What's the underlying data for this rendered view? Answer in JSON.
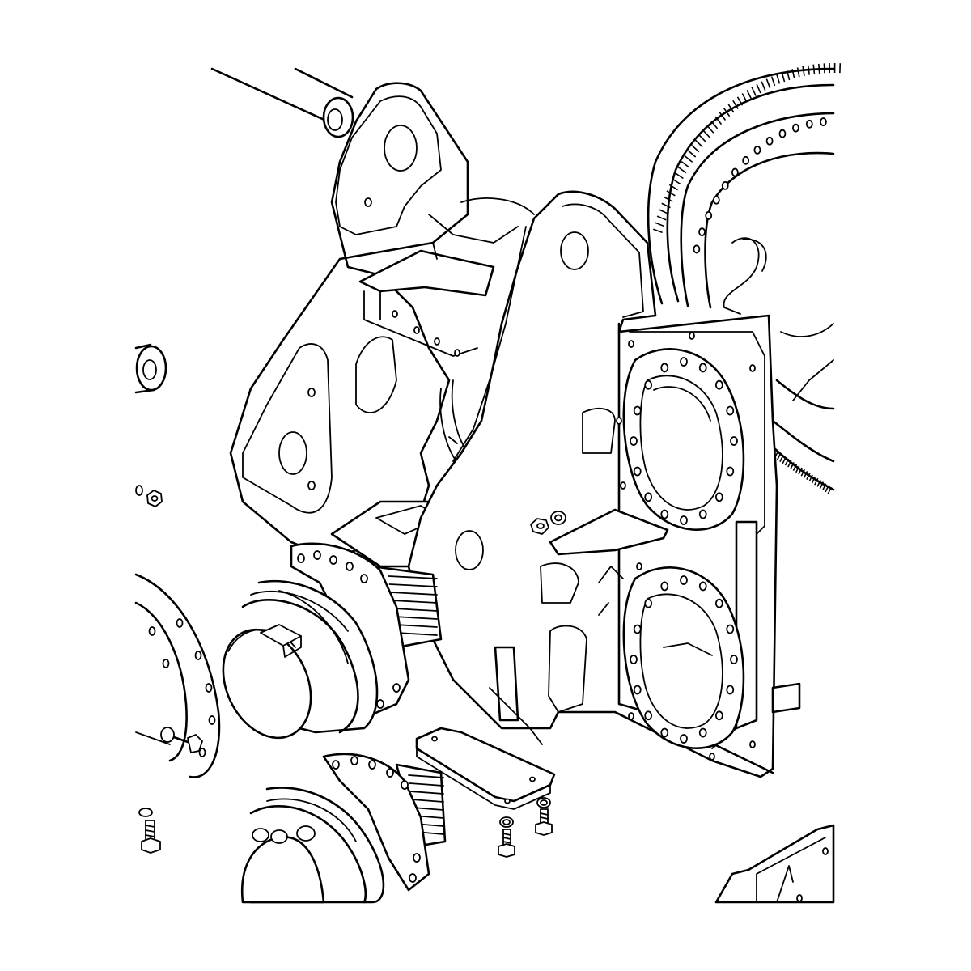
{
  "drawing": {
    "kind": "exploded-parts-line-drawing",
    "style": "black outline on white",
    "line_color": "#000000",
    "background_color": "#ffffff",
    "components": [
      "shaft",
      "side-plate-left",
      "side-plate-right",
      "slewing-ring-gear",
      "bearing-flange-upper",
      "bearing-flange-lower",
      "drive-motor-upper",
      "drive-motor-lower",
      "cover-plate",
      "bracket-bottom-right",
      "small-pin",
      "hex-nut",
      "washer",
      "bolt"
    ]
  }
}
